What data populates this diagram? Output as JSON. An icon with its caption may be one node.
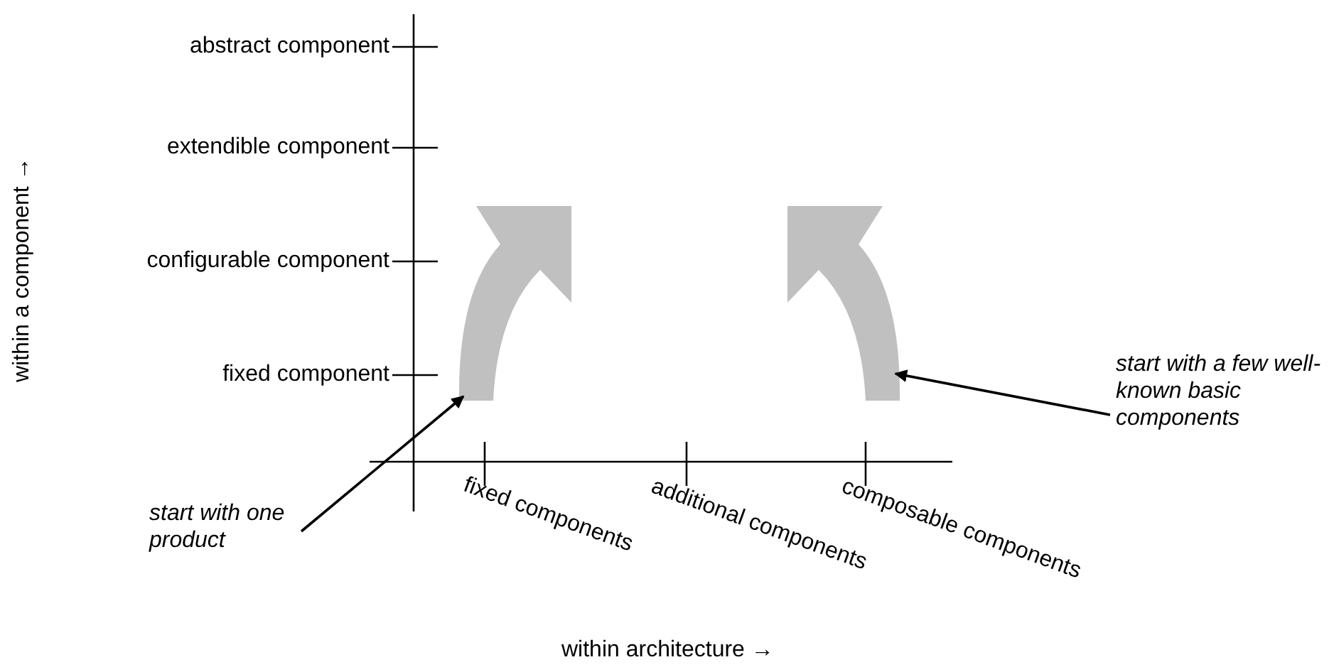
{
  "diagram": {
    "nodes": [
      {
        "text": [],
        "shape": "arrow"
      },
      {
        "text": [],
        "shape": "arrow"
      },
      {
        "text": [
          "start with one product"
        ]
      },
      {
        "text": [
          "start with a few well-known basic components"
        ]
      }
    ],
    "edges": [
      {
        "from": 2,
        "to": 0,
        "arrow": "to"
      },
      {
        "from": 3,
        "to": 1,
        "arrow": "to"
      }
    ],
    "labels": [
      "abstract component",
      "extendible component",
      "configurable component",
      "fixed component",
      "within a component →",
      "fixed components",
      "additional components",
      "composable components",
      "within architecture →"
    ]
  }
}
